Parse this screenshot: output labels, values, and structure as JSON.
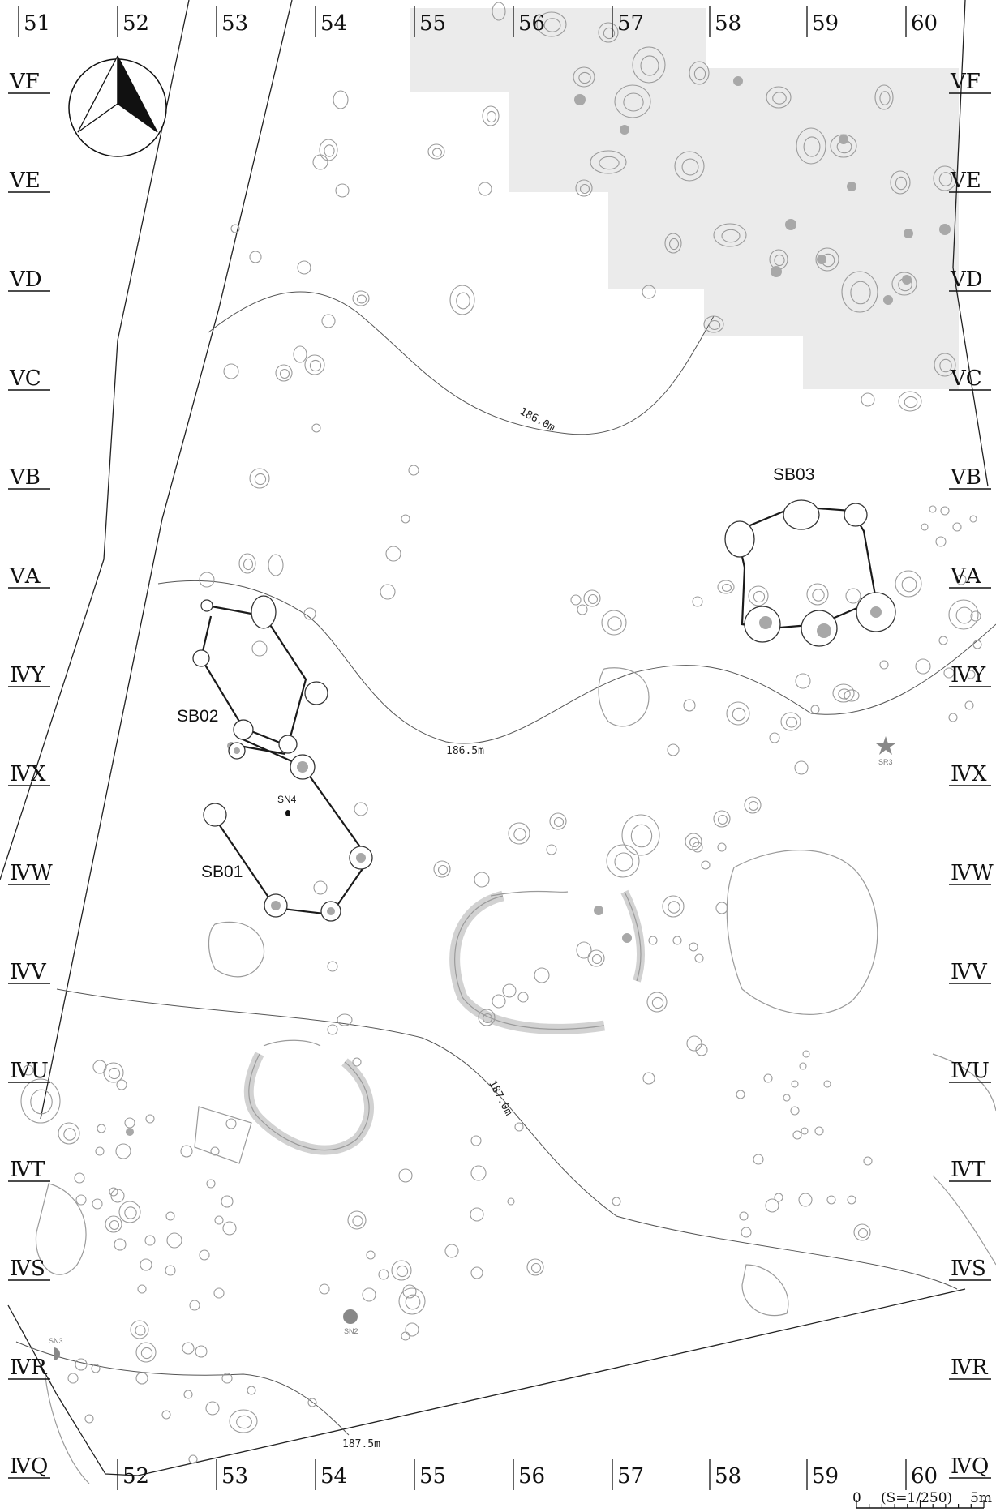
{
  "map": {
    "columns_top": [
      "51",
      "52",
      "53",
      "54",
      "55",
      "56",
      "57",
      "58",
      "59",
      "60"
    ],
    "columns_bottom": [
      "52",
      "53",
      "54",
      "55",
      "56",
      "57",
      "58",
      "59",
      "60"
    ],
    "rows_left": [
      "ⅤF",
      "ⅤE",
      "ⅤD",
      "ⅤC",
      "ⅤB",
      "ⅤA",
      "ⅣY",
      "ⅣX",
      "ⅣW",
      "ⅣV",
      "ⅣU",
      "ⅣT",
      "ⅣS",
      "ⅣR",
      "ⅣQ"
    ],
    "rows_right": [
      "ⅤF",
      "ⅤE",
      "ⅤD",
      "ⅤC",
      "ⅤB",
      "ⅤA",
      "ⅣY",
      "ⅣX",
      "ⅣW",
      "ⅣV",
      "ⅣU",
      "ⅣT",
      "ⅣS",
      "ⅣR",
      "ⅣQ"
    ],
    "contours": [
      {
        "label": "186.0m"
      },
      {
        "label": "186.5m"
      },
      {
        "label": "187.0m"
      },
      {
        "label": "187.5m"
      }
    ],
    "features": {
      "sb01": "SB01",
      "sb02": "SB02",
      "sb03": "SB03",
      "sn4": "SN4",
      "sn2": "SN2",
      "sn3": "SN3",
      "sr3": "SR3"
    },
    "scale": {
      "zero": "0",
      "ratio": "(S=1/250)",
      "end": "5m"
    },
    "colors": {
      "shade": "#ebebeb",
      "feature_line": "#9a9a9a",
      "structure_line": "#1a1a1a",
      "pit_fill": "#a8a8a8"
    },
    "icons": {
      "north": "north-arrow-icon",
      "star": "star-icon"
    }
  }
}
